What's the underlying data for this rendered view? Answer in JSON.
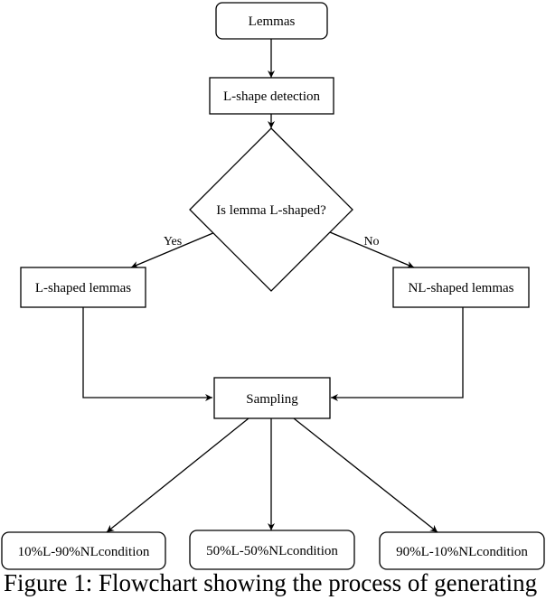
{
  "diagram": {
    "nodes": {
      "lemmas": "Lemmas",
      "lshape_detection": "L-shape detection",
      "decision": "Is lemma L-shaped?",
      "l_shaped": "L-shaped lemmas",
      "nl_shaped": "NL-shaped lemmas",
      "sampling": "Sampling",
      "cond_10_90": "10%L-90%NLcondition",
      "cond_50_50": "50%L-50%NLcondition",
      "cond_90_10": "90%L-10%NLcondition"
    },
    "edges": {
      "yes": "Yes",
      "no": "No"
    }
  },
  "caption": {
    "text": "Figure 1: Flowchart showing the process of generating"
  }
}
